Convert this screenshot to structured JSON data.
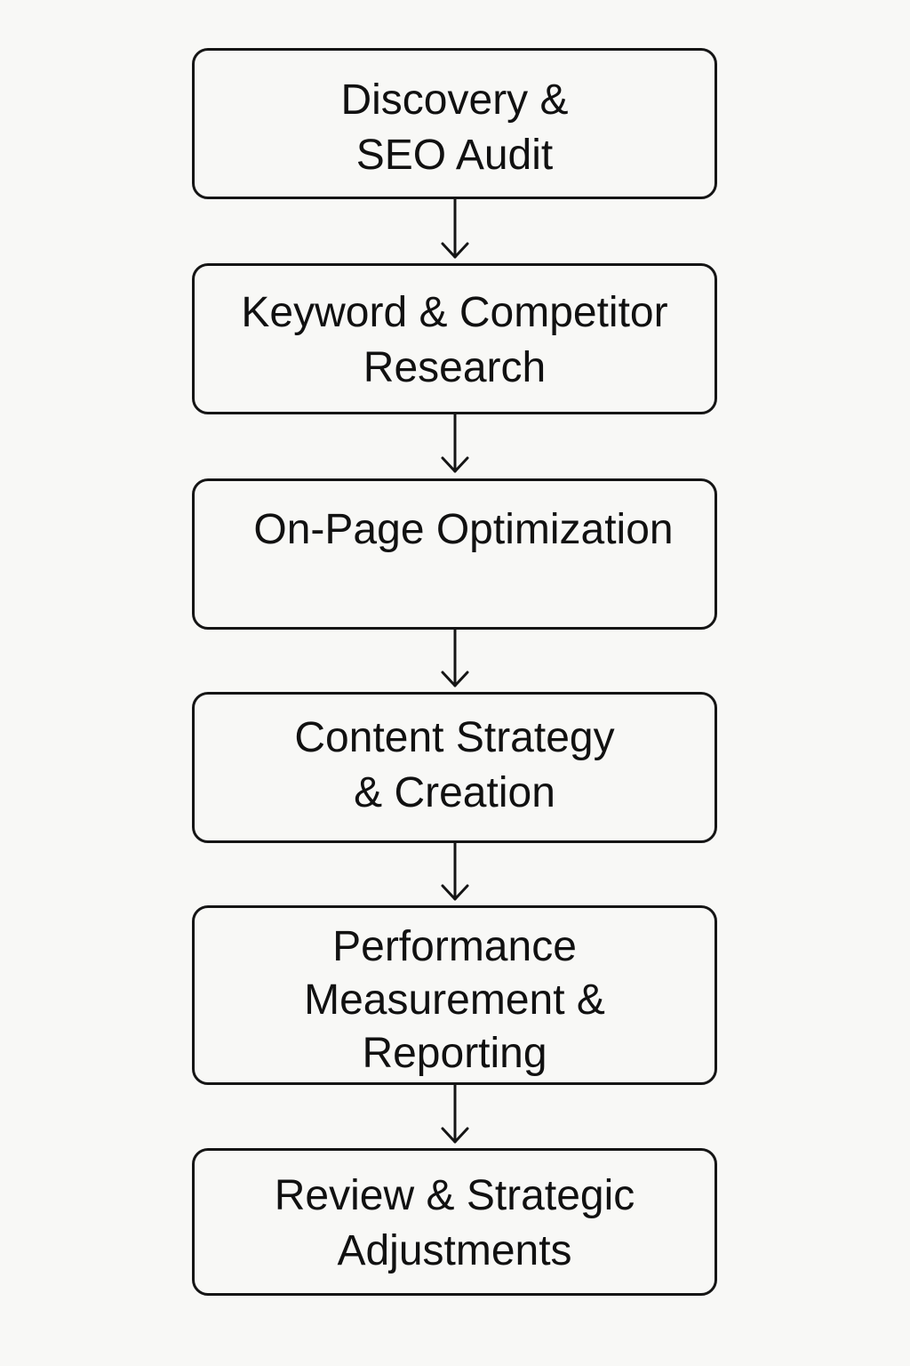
{
  "steps": [
    {
      "lines": [
        "Discovery &",
        "SEO Audit"
      ]
    },
    {
      "lines": [
        "Keyword & Competitor",
        "Research"
      ]
    },
    {
      "lines": [
        "On-Page Optimization"
      ]
    },
    {
      "lines": [
        "Content Strategy",
        "& Creation"
      ]
    },
    {
      "lines": [
        "Performance",
        "Measurement &",
        "Reporting"
      ]
    },
    {
      "lines": [
        "Review & Strategic",
        "Adjustments"
      ]
    }
  ],
  "colors": {
    "background": "#f8f8f6",
    "stroke": "#151515"
  }
}
